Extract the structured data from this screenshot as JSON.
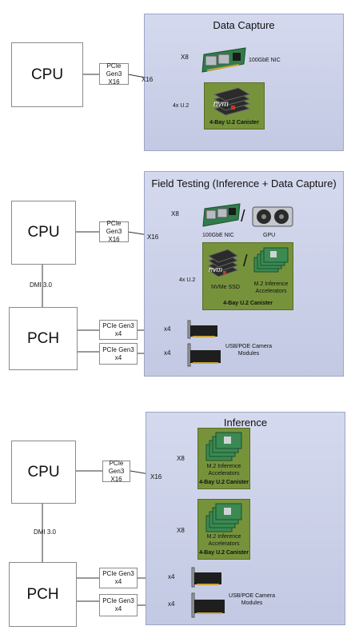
{
  "sections": [
    {
      "title": "Data Capture",
      "cpu": "CPU",
      "bus": {
        "line1": "PCIe Gen3",
        "line2": "X16"
      },
      "root_lane": "X16",
      "branch_top_lane": "X8",
      "branch_bottom_lane": "4x U.2",
      "nic_label": "100GbE NIC",
      "canister_label": "4-Bay U.2 Canister",
      "nvme_logo": "nvm"
    },
    {
      "title": "Field Testing (Inference + Data Capture)",
      "cpu": "CPU",
      "pch": "PCH",
      "dmi": "DMI 3.0",
      "bus_cpu": {
        "line1": "PCIe Gen3",
        "line2": "X16"
      },
      "bus_pch1": {
        "line1": "PCIe Gen3",
        "line2": "x4"
      },
      "bus_pch2": {
        "line1": "PCIe Gen3",
        "line2": "x4"
      },
      "root_lane": "X16",
      "branch_top_lane": "X8",
      "branch_bottom_lane": "4x U.2",
      "nic_label": "100GbE NIC",
      "gpu_label": "GPU",
      "slash": "/",
      "nvme_ssd_label": "NVMe SSD",
      "m2_label_1": "M.2 Inference",
      "m2_label_2": "Accelerators",
      "canister_label": "4-Bay U.2 Canister",
      "nvme_logo": "nvm",
      "cam_lane_1": "x4",
      "cam_lane_2": "x4",
      "camera_label_1": "USB/POE Camera",
      "camera_label_2": "Modules"
    },
    {
      "title": "Inference",
      "cpu": "CPU",
      "pch": "PCH",
      "dmi": "DMI 3.0",
      "bus_cpu": {
        "line1": "PCIe Gen3",
        "line2": "X16"
      },
      "bus_pch1": {
        "line1": "PCIe Gen3",
        "line2": "x4"
      },
      "bus_pch2": {
        "line1": "PCIe Gen3",
        "line2": "x4"
      },
      "root_lane": "X16",
      "branch_top_lane": "X8",
      "branch_bottom_lane": "X8",
      "m2_label_1": "M.2 Inference",
      "m2_label_2": "Accelerators",
      "canister_label_top": "4-Bay U.2 Canister",
      "canister_label_bottom": "4-Bay U.2 Canister",
      "cam_lane_1": "x4",
      "cam_lane_2": "x4",
      "camera_label_1": "USB/POE Camera",
      "camera_label_2": "Modules"
    }
  ],
  "colors": {
    "panel": "#c8cde6",
    "canister": "#76933c",
    "pcb_green": "#2f7d4a",
    "nvme_red": "#c0392b"
  }
}
